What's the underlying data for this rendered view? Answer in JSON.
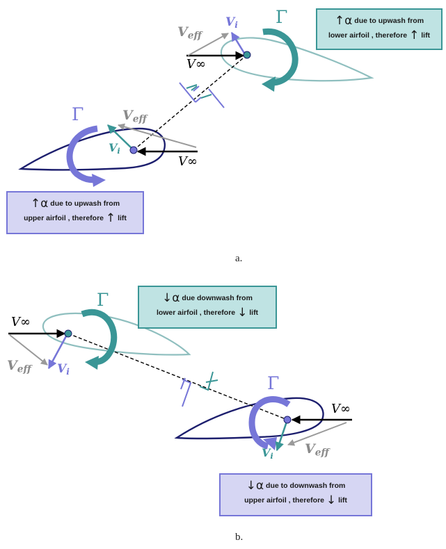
{
  "panel_a": {
    "caption": "a.",
    "upper": {
      "v_eff_base": "V",
      "v_eff_sub": "eff",
      "v_i_base": "V",
      "v_i_sub": "i",
      "v_inf": "V∞",
      "gamma": "Γ",
      "box": {
        "line1_arrow": "↑",
        "line1_alpha": "α",
        "line1_text": " due to upwash from",
        "line2_text": "lower airfoil , therefore ",
        "line2_arrow": "↑",
        "line2_end": " lift"
      }
    },
    "lower": {
      "v_eff_base": "V",
      "v_eff_sub": "eff",
      "v_i_base": "V",
      "v_i_sub": "i",
      "v_inf": "V∞",
      "gamma": "Γ",
      "box": {
        "line1_arrow": "↑",
        "line1_alpha": "α",
        "line1_text": " due to upwash from",
        "line2_text": "upper airfoil , therefore ",
        "line2_arrow": "↑",
        "line2_end": " lift"
      }
    }
  },
  "panel_b": {
    "caption": "b.",
    "upper": {
      "v_eff_base": "V",
      "v_eff_sub": "eff",
      "v_i_base": "V",
      "v_i_sub": "i",
      "v_inf": "V∞",
      "gamma": "Γ",
      "box": {
        "line1_arrow": "↓",
        "line1_alpha": "α",
        "line1_text": " due downwash from",
        "line2_text": "lower airfoil , therefore ",
        "line2_arrow": "↓",
        "line2_end": " lift"
      }
    },
    "lower": {
      "v_eff_base": "V",
      "v_eff_sub": "eff",
      "v_i_base": "V",
      "v_i_sub": "i",
      "v_inf": "V∞",
      "gamma": "Γ",
      "box": {
        "line1_arrow": "↓",
        "line1_alpha": "α",
        "line1_text": " due to downwash from",
        "line2_text": "upper airfoil , therefore ",
        "line2_arrow": "↓",
        "line2_end": " lift"
      }
    }
  },
  "colors": {
    "teal": "#3a9696",
    "teal_light": "#8fbfbf",
    "teal_box_fill": "#bfe3e3",
    "navy": "#1d1f6e",
    "purple": "#7676d8",
    "purple_box_fill": "#d6d6f3",
    "gray": "#9a9a9a"
  }
}
